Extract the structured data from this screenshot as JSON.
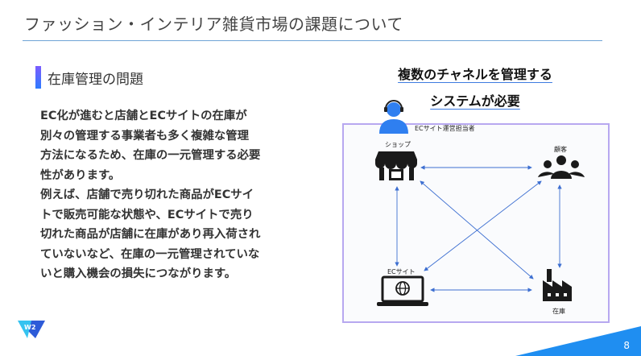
{
  "slide": {
    "title": "ファッション・インテリア雑貨市場の課題について",
    "page_number": "8"
  },
  "section": {
    "title": "在庫管理の問題",
    "body": "EC化が進むと店舗とECサイトの在庫が\n別々の管理する事業者も多く複雑な管理\n方法になるため、在庫の一元管理する必要\n性があります。\n例えば、店舗で売り切れた商品がECサイ\nトで販売可能な状態や、ECサイトで売り\n切れた商品が店舗に在庫があり再入荷され\nていないなど、在庫の一元管理されていな\nいと購入機会の損失につながります。"
  },
  "diagram": {
    "heading_line1": "複数のチャネルを管理する",
    "heading_line2": "システムが必要",
    "operator_label": "ECサイト運営担当者",
    "nodes": {
      "shop": "ショップ",
      "customer": "顧客",
      "ec_site": "ECサイト",
      "warehouse": "在庫"
    },
    "icons": [
      "support-agent-icon",
      "store-icon",
      "group-icon",
      "laptop-globe-icon",
      "factory-icon"
    ],
    "colors": {
      "arrow": "#3d6fd1",
      "border": "#b7a8f0",
      "accent": "#1f8ef1"
    }
  },
  "logo": {
    "text": "W2"
  }
}
